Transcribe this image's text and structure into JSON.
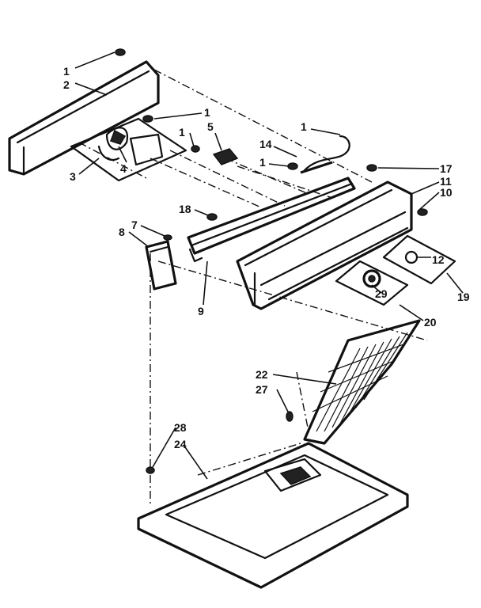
{
  "callouts": [
    {
      "id": "c1a",
      "label": "1"
    },
    {
      "id": "c2",
      "label": "2"
    },
    {
      "id": "c1b",
      "label": "1"
    },
    {
      "id": "c1c",
      "label": "1"
    },
    {
      "id": "c5",
      "label": "5"
    },
    {
      "id": "c4",
      "label": "4"
    },
    {
      "id": "c3",
      "label": "3"
    },
    {
      "id": "c1d",
      "label": "1"
    },
    {
      "id": "c14",
      "label": "14"
    },
    {
      "id": "c1e",
      "label": "1"
    },
    {
      "id": "c17",
      "label": "17"
    },
    {
      "id": "c11",
      "label": "11"
    },
    {
      "id": "c10",
      "label": "10"
    },
    {
      "id": "c18",
      "label": "18"
    },
    {
      "id": "c7",
      "label": "7"
    },
    {
      "id": "c8",
      "label": "8"
    },
    {
      "id": "c12",
      "label": "12"
    },
    {
      "id": "c9",
      "label": "9"
    },
    {
      "id": "c29",
      "label": "29"
    },
    {
      "id": "c19",
      "label": "19"
    },
    {
      "id": "c20",
      "label": "20"
    },
    {
      "id": "c22",
      "label": "22"
    },
    {
      "id": "c27",
      "label": "27"
    },
    {
      "id": "c28",
      "label": "28"
    },
    {
      "id": "c24",
      "label": "24"
    }
  ]
}
